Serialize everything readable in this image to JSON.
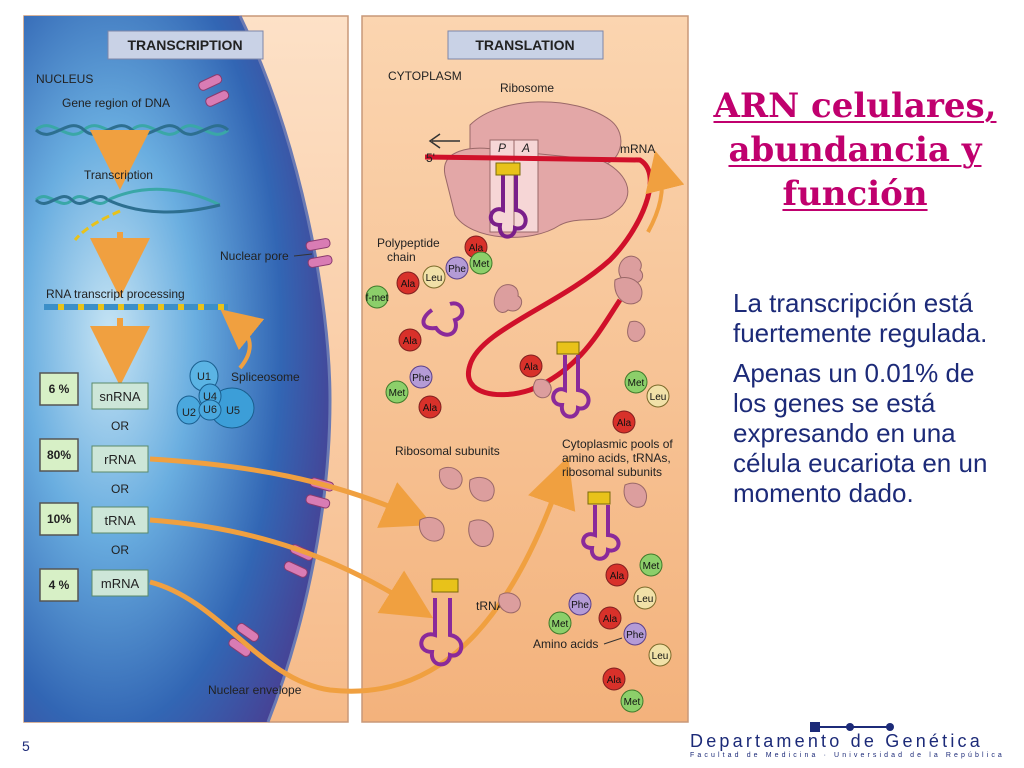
{
  "slide": {
    "title_lines": [
      "ARN celulares,",
      "abundancia y",
      "función"
    ],
    "paragraphs": [
      "La transcripción está fuertemente regulada.",
      "Apenas un  0.01% de los genes se está expresando en una célula eucariota en un momento dado."
    ],
    "slide_number": "5",
    "department": "Departamento de Genética",
    "department_subtitle": "Facultad de Medicina · Universidad de la República"
  },
  "diagram": {
    "transcription_header": "TRANSCRIPTION",
    "translation_header": "TRANSLATION",
    "nucleus": "NUCLEUS",
    "gene_region": "Gene region of DNA",
    "transcription": "Transcription",
    "nuclear_pore": "Nuclear pore",
    "rna_processing": "RNA transcript processing",
    "spliceosome": "Spliceosome",
    "splice_units": [
      "U1",
      "U4",
      "U2",
      "U6",
      "U5"
    ],
    "or": "OR",
    "rna_types": [
      "snRNA",
      "rRNA",
      "tRNA",
      "mRNA"
    ],
    "percentages": [
      "6 %",
      "80%",
      "10%",
      "4 %"
    ],
    "nuclear_envelope": "Nuclear envelope",
    "cytoplasm": "CYTOPLASM",
    "ribosome": "Ribosome",
    "mrna": "mRNA",
    "five_prime": "5'",
    "site_p": "P",
    "site_a": "A",
    "polypeptide_chain_1": "Polypeptide",
    "polypeptide_chain_2": "chain",
    "ribosomal_subunits": "Ribosomal subunits",
    "pools": [
      "Cytoplasmic pools of",
      "amino acids, tRNAs,",
      "ribosomal subunits"
    ],
    "trna": "tRNA",
    "amino_acids": "Amino acids",
    "aa_ala": "Ala",
    "aa_leu": "Leu",
    "aa_phe": "Phe",
    "aa_met": "Met",
    "aa_fmet": "f-met"
  },
  "colors": {
    "title": "#c0006e",
    "body_text": "#1c2a78",
    "nucleus_blue": "#2f6fb8",
    "cytoplasm_peach": "#f8c9a0",
    "mrna_red": "#d0102a",
    "arrow_orange": "#f0a040"
  }
}
